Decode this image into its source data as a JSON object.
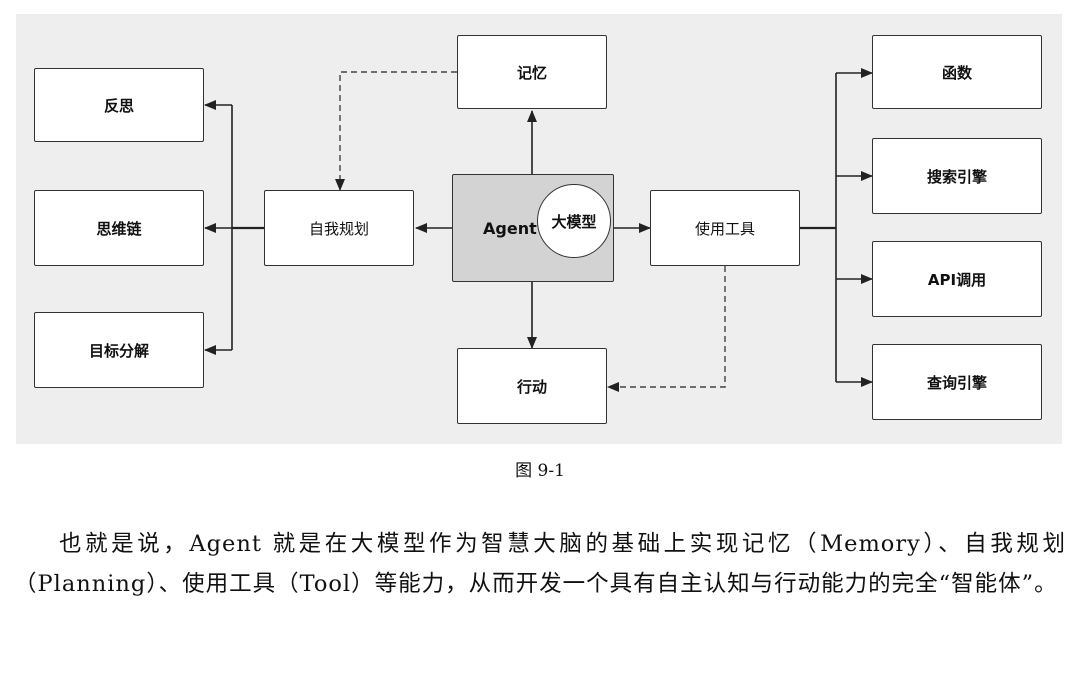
{
  "diagram": {
    "agent": {
      "label": "Agent",
      "core": "大模型"
    },
    "memory": "记忆",
    "action": "行动",
    "planning": {
      "label": "自我规划",
      "children": [
        "反思",
        "思维链",
        "目标分解"
      ]
    },
    "tools": {
      "label": "使用工具",
      "children": [
        "函数",
        "搜索引擎",
        "API调用",
        "查询引擎"
      ]
    }
  },
  "caption": "图 9-1",
  "paragraph": "也就是说，Agent 就是在大模型作为智慧大脑的基础上实现记忆（Memory）、自我规划（Planning）、使用工具（Tool）等能力，从而开发一个具有自主认知与行动能力的完全“智能体”。",
  "colors": {
    "agent_fill": "#d3d3d3",
    "diagram_bg": "#eeeeee",
    "stroke": "#333333"
  }
}
